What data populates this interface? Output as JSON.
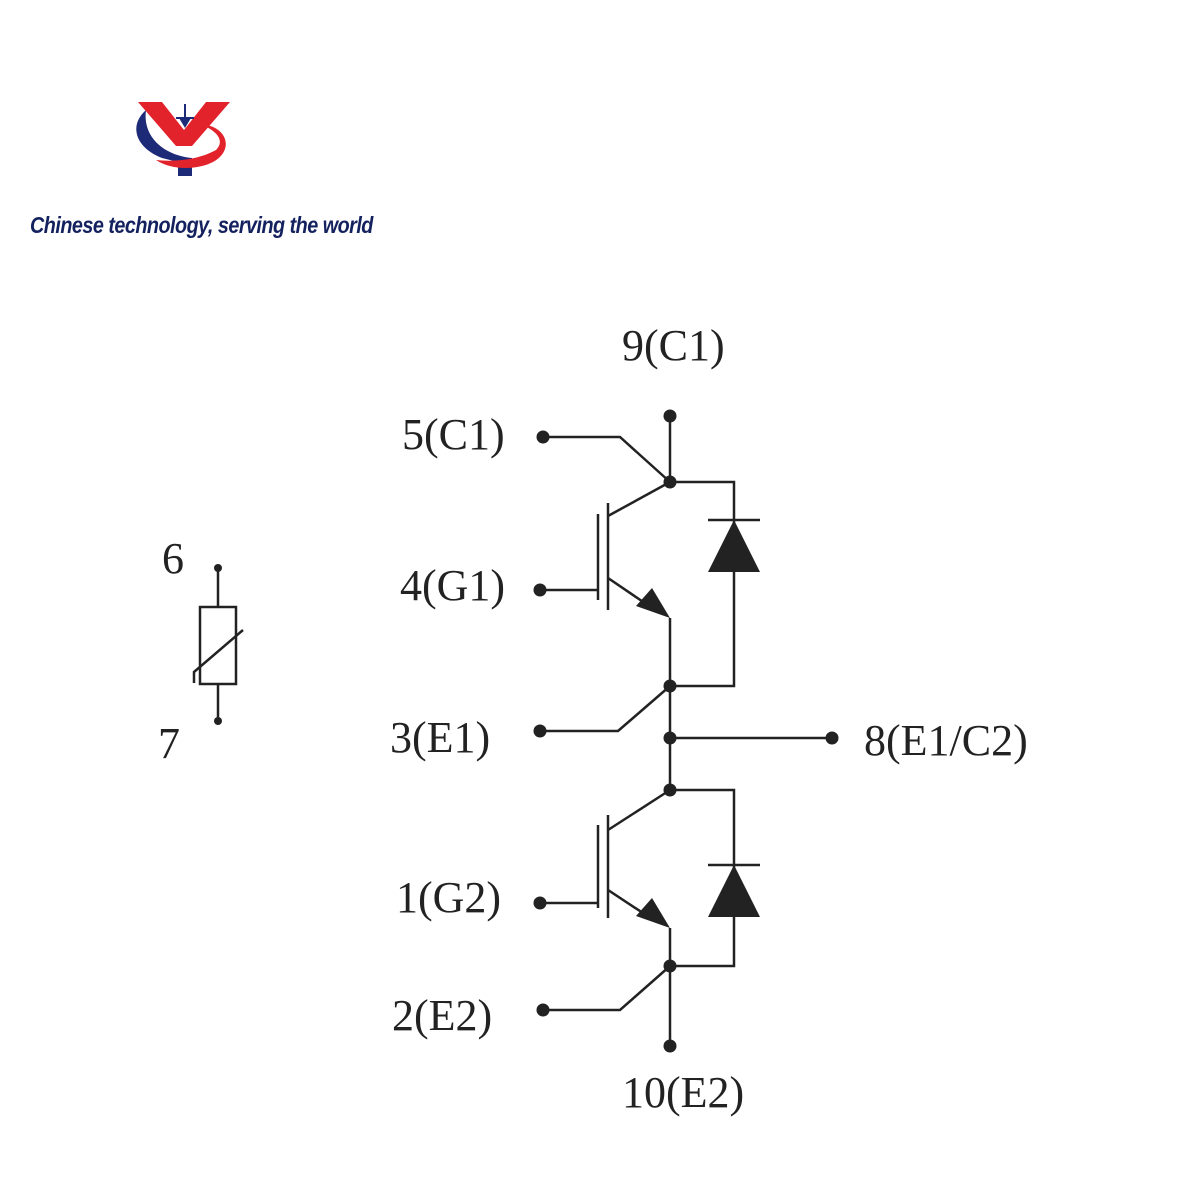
{
  "brand": {
    "tagline": "Chinese technology, serving the world",
    "colors": {
      "red": "#e3232b",
      "navy": "#1d2a78"
    }
  },
  "diagram": {
    "labels": {
      "pin9": "9(C1)",
      "pin5": "5(C1)",
      "pin4": "4(G1)",
      "pin3": "3(E1)",
      "pin8": "8(E1/C2)",
      "pin1": "1(G2)",
      "pin2": "2(E2)",
      "pin10": "10(E2)",
      "pin6": "6",
      "pin7": "7"
    },
    "line_color": "#222222"
  }
}
